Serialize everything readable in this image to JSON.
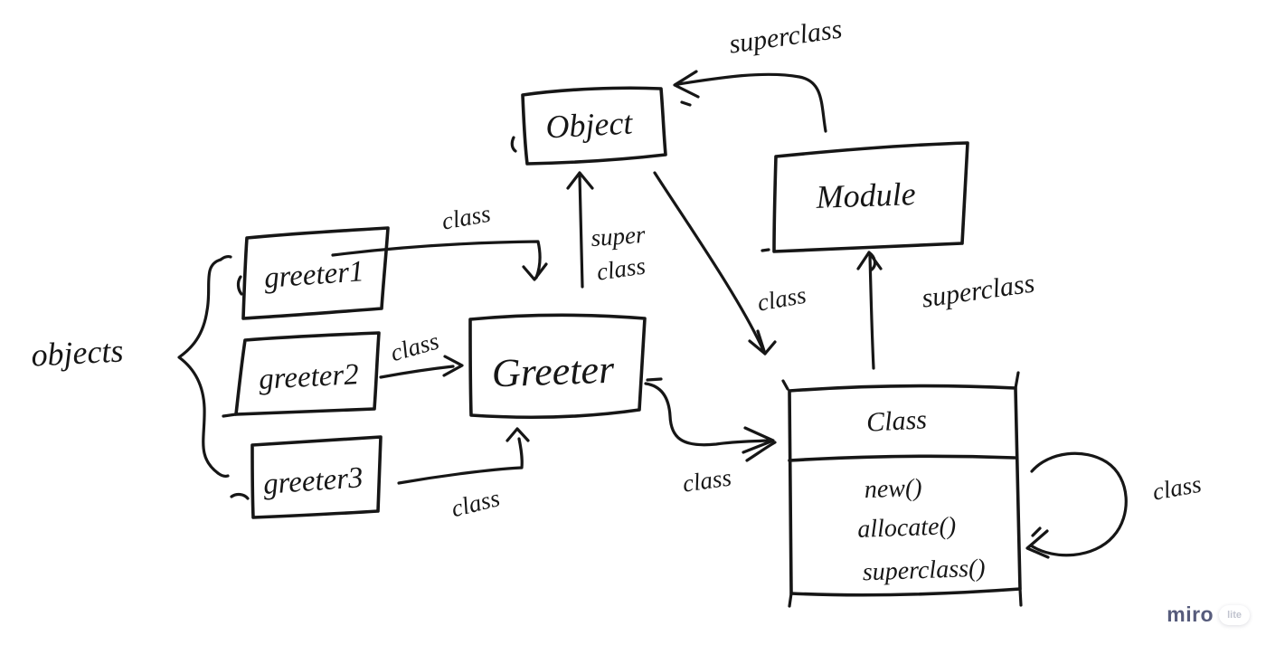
{
  "board": {
    "background": "#ffffff",
    "ink": "#161616"
  },
  "nodes": {
    "object": {
      "label": "Object"
    },
    "module": {
      "label": "Module"
    },
    "greeter": {
      "label": "Greeter"
    },
    "greeter1": {
      "label": "greeter1"
    },
    "greeter2": {
      "label": "greeter2"
    },
    "greeter3": {
      "label": "greeter3"
    },
    "class": {
      "label": "Class",
      "methods": [
        "new()",
        "allocate()",
        "superclass()"
      ]
    }
  },
  "labels": {
    "objects_group": "objects",
    "superclass_top": "superclass",
    "class_greeter1": "class",
    "class_greeter2": "class",
    "class_greeter3": "class",
    "super_line1": "super",
    "super_line2": "class",
    "class_object_to_class": "class",
    "class_greeter_to_class": "class",
    "superclass_class_to_module": "superclass",
    "class_self_loop": "class"
  },
  "branding": {
    "logo": "miro",
    "badge": "lite",
    "logo_color": "#575c7c"
  }
}
